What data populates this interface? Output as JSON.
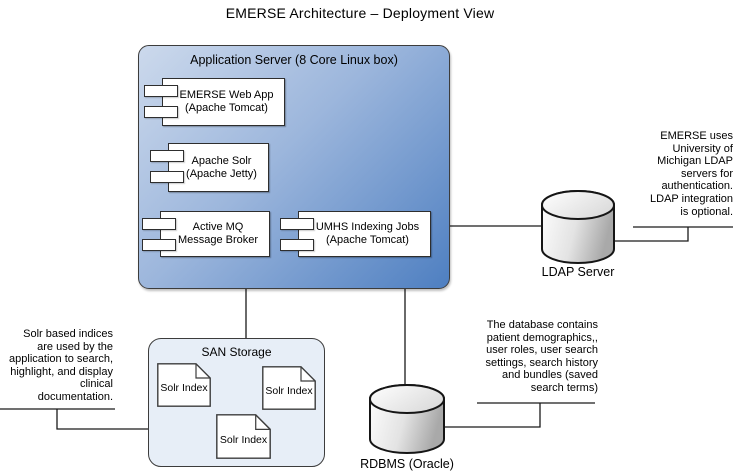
{
  "title": "EMERSE Architecture – Deployment View",
  "application_server": {
    "title": "Application Server (8 Core Linux box)",
    "components": [
      {
        "line1": "EMERSE Web App",
        "line2": "(Apache Tomcat)"
      },
      {
        "line1": "Apache Solr",
        "line2": "(Apache Jetty)"
      },
      {
        "line1": "Active MQ",
        "line2": "Message Broker"
      },
      {
        "line1": "UMHS Indexing Jobs",
        "line2": "(Apache Tomcat)"
      }
    ]
  },
  "san_storage": {
    "title": "SAN Storage",
    "documents": [
      "Solr Index",
      "Solr Index",
      "Solr Index"
    ]
  },
  "ldap_server": {
    "label": "LDAP Server",
    "note_lines": [
      "EMERSE uses",
      "University of",
      "Michigan LDAP",
      "servers for",
      "authentication.",
      "LDAP integration",
      "is optional."
    ]
  },
  "rdbms": {
    "label": "RDBMS (Oracle)",
    "note_lines": [
      "The database contains",
      "patient demographics,,",
      "user roles, user search",
      "settings, search history",
      "and bundles (saved",
      "search terms)"
    ]
  },
  "solr_indices_note_lines": [
    "Solr based indices",
    "are used by the",
    "application to search,",
    "highlight, and display",
    "clinical",
    "documentation."
  ],
  "colors": {
    "app_server_gradient_start": "#ccd9ec",
    "app_server_gradient_end": "#4e7fc1",
    "san_storage_fill": "#e7eef7",
    "node_border": "#3c3c3c",
    "component_fill": "#ffffff",
    "cylinder_gradient_start": "#ffffff",
    "cylinder_gradient_end": "#a9a9a9",
    "connector": "#1a1a1a"
  }
}
